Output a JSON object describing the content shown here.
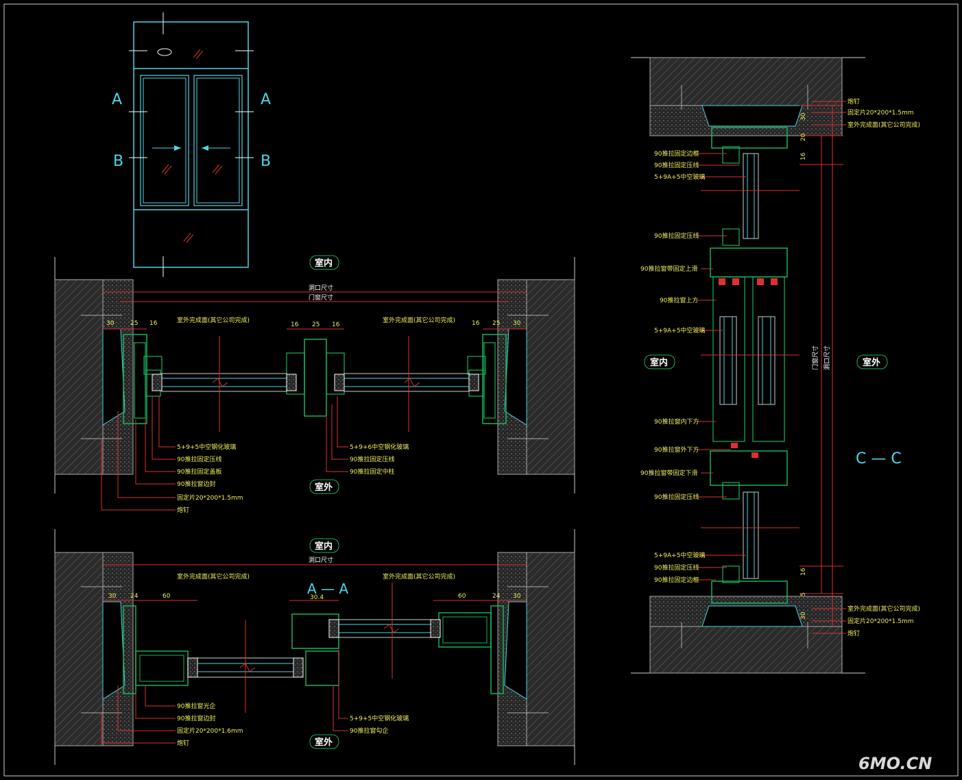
{
  "colors": {
    "background": "#000000",
    "frame": "#19b35b",
    "glass": "#4fd6e6",
    "dim": "#e03030",
    "label": "#f2f25a",
    "wall": "#6a6a6a"
  },
  "elevation": {
    "section_a_left": "A",
    "section_a_right": "A",
    "section_b_left": "B",
    "section_b_right": "B"
  },
  "plan_top": {
    "indoor": "室内",
    "outdoor": "室外",
    "dim_hole": "洞口尺寸",
    "dim_door": "门窗尺寸",
    "left_finish": "室外完成面(其它公司完成)",
    "right_finish": "室外完成面(其它公司完成)",
    "dims_left": [
      "30",
      "25",
      "16"
    ],
    "dims_mid": [
      "16",
      "25",
      "16"
    ],
    "dims_right": [
      "16",
      "25",
      "30"
    ],
    "labels_left": [
      "5+9+5中空钢化玻璃",
      "90推拉固定压线",
      "90推拉固定盖板",
      "90推拉窗边封",
      "固定片20*200*1.5mm",
      "炮钉"
    ],
    "labels_right": [
      "5+9+6中空钢化玻璃",
      "90推拉固定压线",
      "90推拉固定中柱"
    ]
  },
  "plan_bottom": {
    "indoor": "室内",
    "outdoor": "室外",
    "section_title": "A — A",
    "dim_hole": "洞口尺寸",
    "left_finish": "室外完成面(其它公司完成)",
    "right_finish": "室外完成面(其它公司完成)",
    "dims_left": [
      "30",
      "24",
      "60"
    ],
    "dim_mid": "30.4",
    "dims_right": [
      "60",
      "24",
      "30"
    ],
    "labels_left": [
      "90推拉窗光企",
      "90推拉窗边封",
      "固定片20*200*1.6mm",
      "炮钉"
    ],
    "labels_right": [
      "5+9+5中空钢化玻璃",
      "90推拉窗勾企"
    ]
  },
  "section_cc": {
    "title": "C — C",
    "indoor": "室内",
    "outdoor": "室外",
    "dim_door": "门窗尺寸",
    "dim_hole": "洞口尺寸",
    "top_right": [
      "炮钉",
      "固定片20*200*1.5mm",
      "室外完成面(其它公司完成)"
    ],
    "top_dims": [
      "30",
      "20",
      "16"
    ],
    "left_labels": [
      "90推拉固定边框",
      "90推拉固定压线",
      "5+9A+5中空玻璃",
      "90推拉固定压线",
      "90推拉窗带固定上滑",
      "90推拉窗上方",
      "5+9A+5中空玻璃",
      "90推拉窗内下方",
      "90推拉窗外下方",
      "90推拉窗带固定下滑",
      "90推拉固定压线",
      "5+9A+5中空玻璃",
      "90推拉固定压线",
      "90推拉固定边框"
    ],
    "bottom_dims": [
      "16",
      "5",
      "30"
    ],
    "bottom_right": [
      "室外完成面(其它公司完成)",
      "固定片20*200*1.5mm",
      "炮钉"
    ]
  },
  "watermark": "6MO.CN"
}
